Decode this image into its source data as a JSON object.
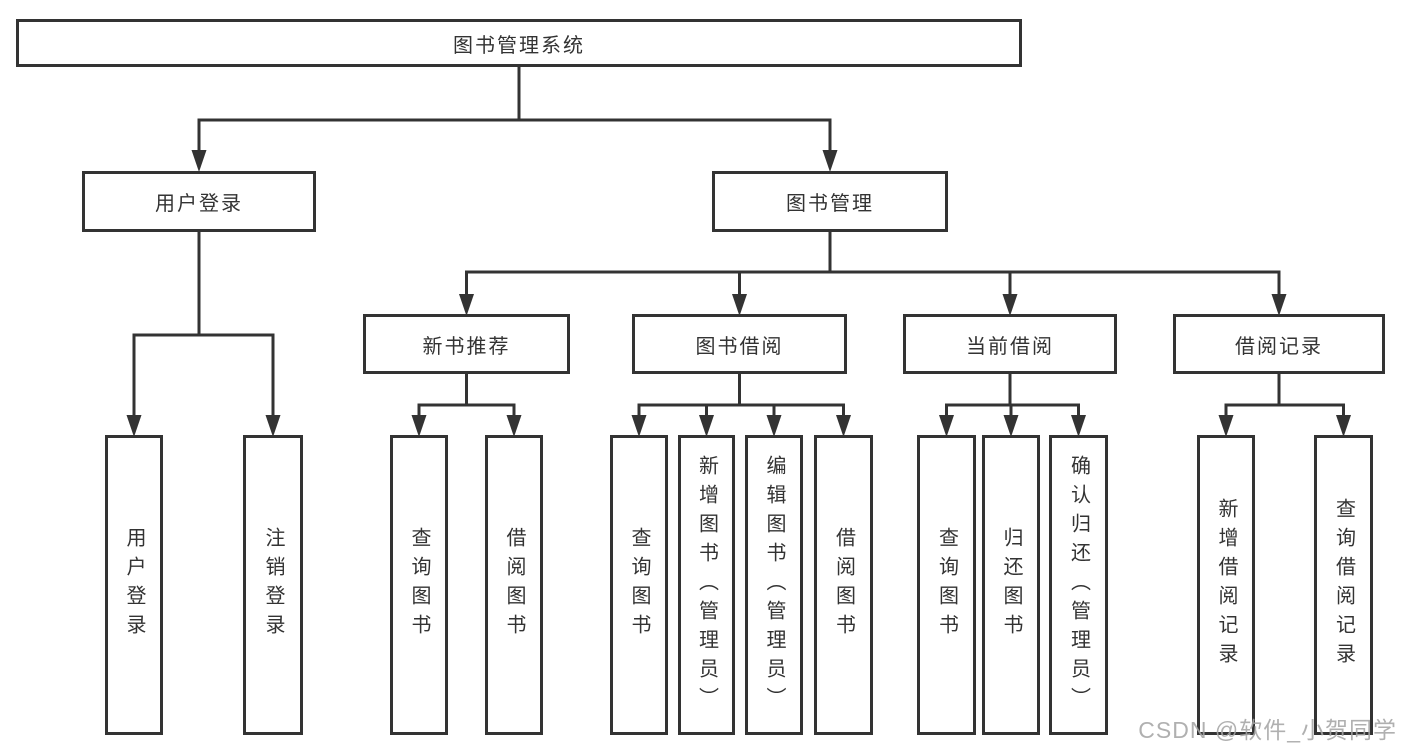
{
  "tree": {
    "label": "图书管理系统",
    "children": [
      {
        "label": "用户登录",
        "children": [
          {
            "label": "用户登录"
          },
          {
            "label": "注销登录"
          }
        ]
      },
      {
        "label": "图书管理",
        "children": [
          {
            "label": "新书推荐",
            "children": [
              {
                "label": "查询图书"
              },
              {
                "label": "借阅图书"
              }
            ]
          },
          {
            "label": "图书借阅",
            "children": [
              {
                "label": "查询图书"
              },
              {
                "label": "新增图书（管理员）"
              },
              {
                "label": "编辑图书（管理员）"
              },
              {
                "label": "借阅图书"
              }
            ]
          },
          {
            "label": "当前借阅",
            "children": [
              {
                "label": "查询图书"
              },
              {
                "label": "归还图书"
              },
              {
                "label": "确认归还（管理员）"
              }
            ]
          },
          {
            "label": "借阅记录",
            "children": [
              {
                "label": "新增借阅记录"
              },
              {
                "label": "查询借阅记录"
              }
            ]
          }
        ]
      }
    ]
  },
  "watermark": {
    "text": "CSDN @软件_小贺同学"
  },
  "colors": {
    "line": "#333333",
    "text": "#333333",
    "box_background": "#ffffff",
    "page_background": "#ffffff",
    "watermark": "#a5a5a5"
  }
}
